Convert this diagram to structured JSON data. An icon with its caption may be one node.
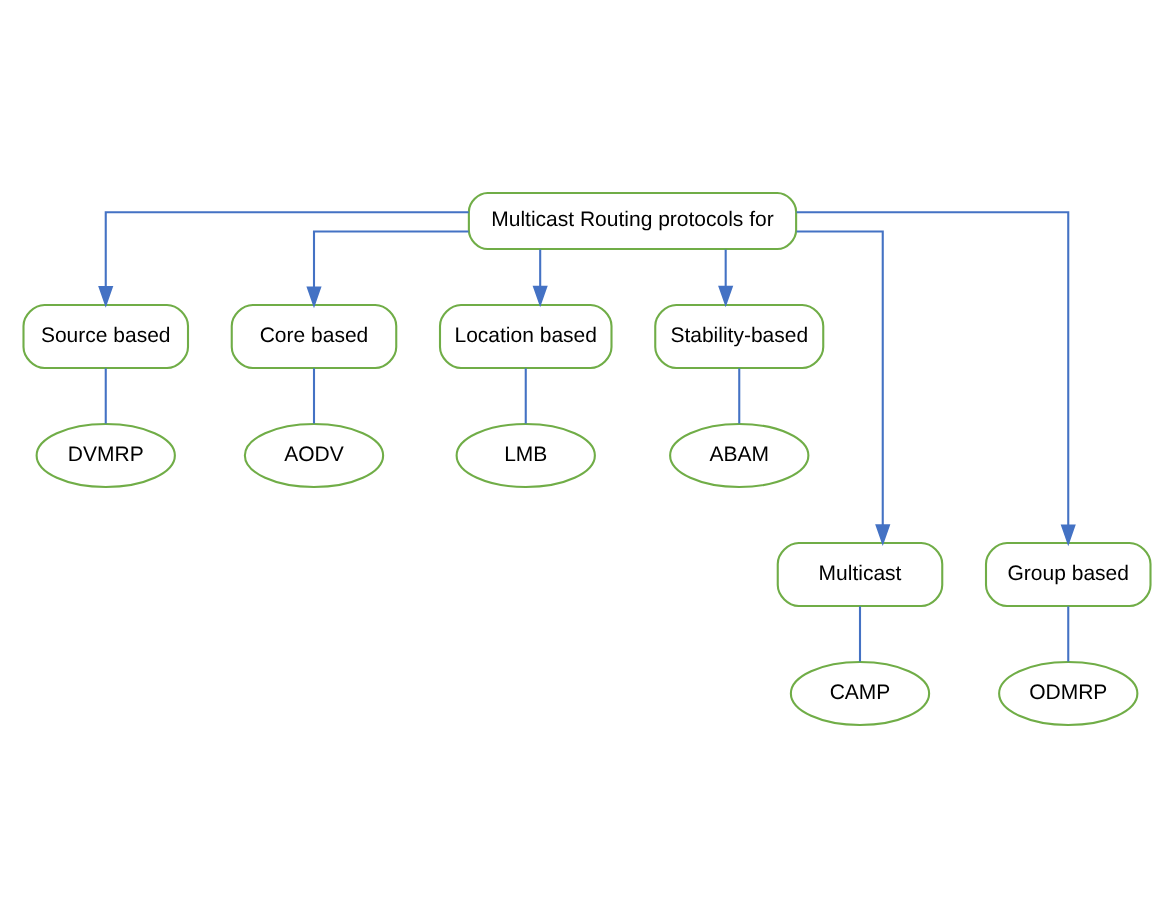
{
  "diagram": {
    "nodes": [
      {
        "text": [
          "Multicast Routing protocols for"
        ]
      },
      {
        "text": [
          "Source based"
        ]
      },
      {
        "text": [
          "Core based"
        ]
      },
      {
        "text": [
          "Location based"
        ]
      },
      {
        "text": [
          "Stability-based"
        ]
      },
      {
        "text": [
          "DVMRP"
        ]
      },
      {
        "text": [
          "AODV"
        ]
      },
      {
        "text": [
          "LMB"
        ]
      },
      {
        "text": [
          "ABAM"
        ]
      },
      {
        "text": [
          "Multicast"
        ]
      },
      {
        "text": [
          "Group based"
        ]
      },
      {
        "text": [
          "CAMP"
        ]
      },
      {
        "text": [
          "ODMRP"
        ]
      }
    ],
    "edges": [
      {
        "from": 0,
        "to": 1,
        "arrow": "to"
      },
      {
        "from": 0,
        "to": 2,
        "arrow": "to"
      },
      {
        "from": 0,
        "to": 3,
        "arrow": "to"
      },
      {
        "from": 0,
        "to": 4,
        "arrow": "to"
      },
      {
        "from": 1,
        "to": 5,
        "arrow": "none"
      },
      {
        "from": 2,
        "to": 6,
        "arrow": "none"
      },
      {
        "from": 3,
        "to": 7,
        "arrow": "none"
      },
      {
        "from": 4,
        "to": 8,
        "arrow": "none"
      },
      {
        "from": 0,
        "to": 9,
        "arrow": "to"
      },
      {
        "from": 0,
        "to": 10,
        "arrow": "to"
      },
      {
        "from": 9,
        "to": 11,
        "arrow": "none"
      },
      {
        "from": 10,
        "to": 12,
        "arrow": "none"
      }
    ]
  }
}
